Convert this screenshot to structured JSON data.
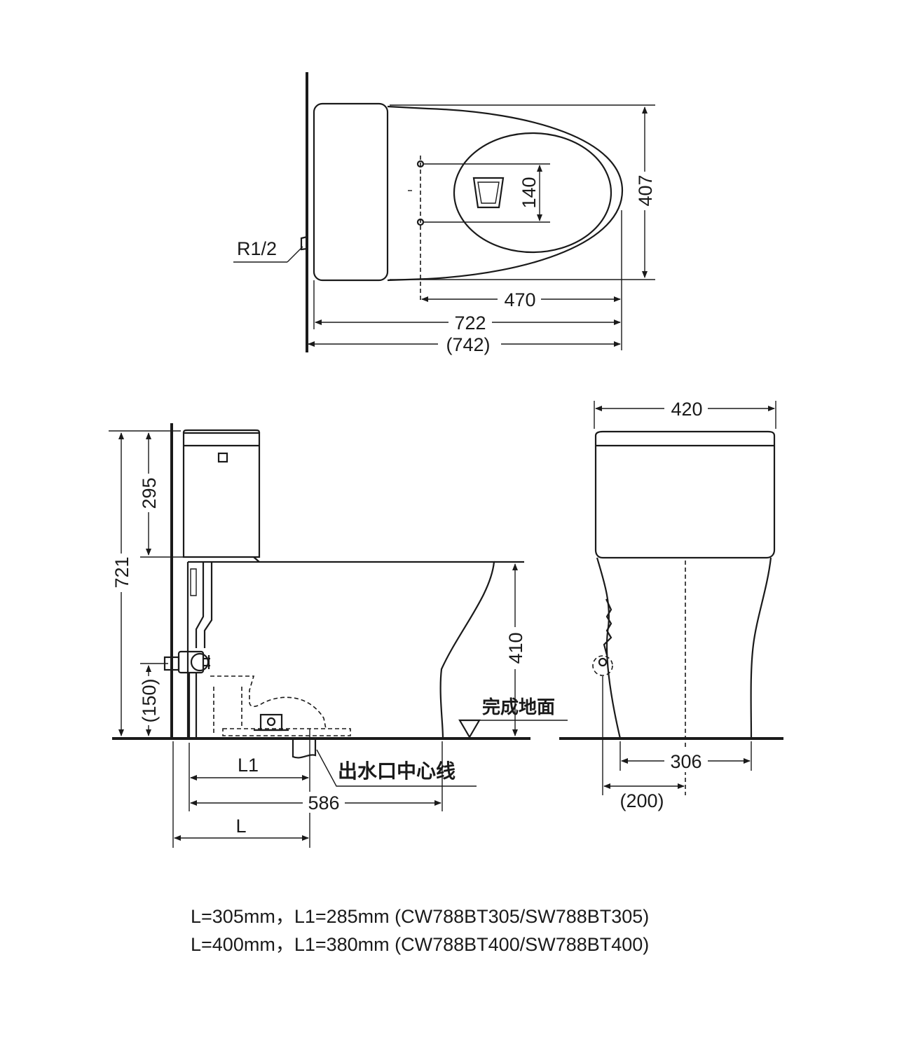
{
  "top_view": {
    "thread_label": "R1/2",
    "dim_seat_hole": "140",
    "dim_width": "407",
    "dim_bowl": "470",
    "dim_length": "722",
    "dim_length_alt": "(742)"
  },
  "side_view": {
    "dim_total_height": "721",
    "dim_tank_height": "295",
    "dim_bowl_height": "410",
    "dim_supply_height": "(150)",
    "dim_l1": "L1",
    "dim_depth": "586",
    "dim_l": "L",
    "floor_label": "完成地面",
    "outlet_label": "出水口中心线"
  },
  "front_view": {
    "dim_tank_width": "420",
    "dim_base_width": "306",
    "dim_supply_offset": "(200)"
  },
  "notes": [
    "L=305mm，L1=285mm (CW788BT305/SW788BT305)",
    "L=400mm，L1=380mm (CW788BT400/SW788BT400)"
  ]
}
